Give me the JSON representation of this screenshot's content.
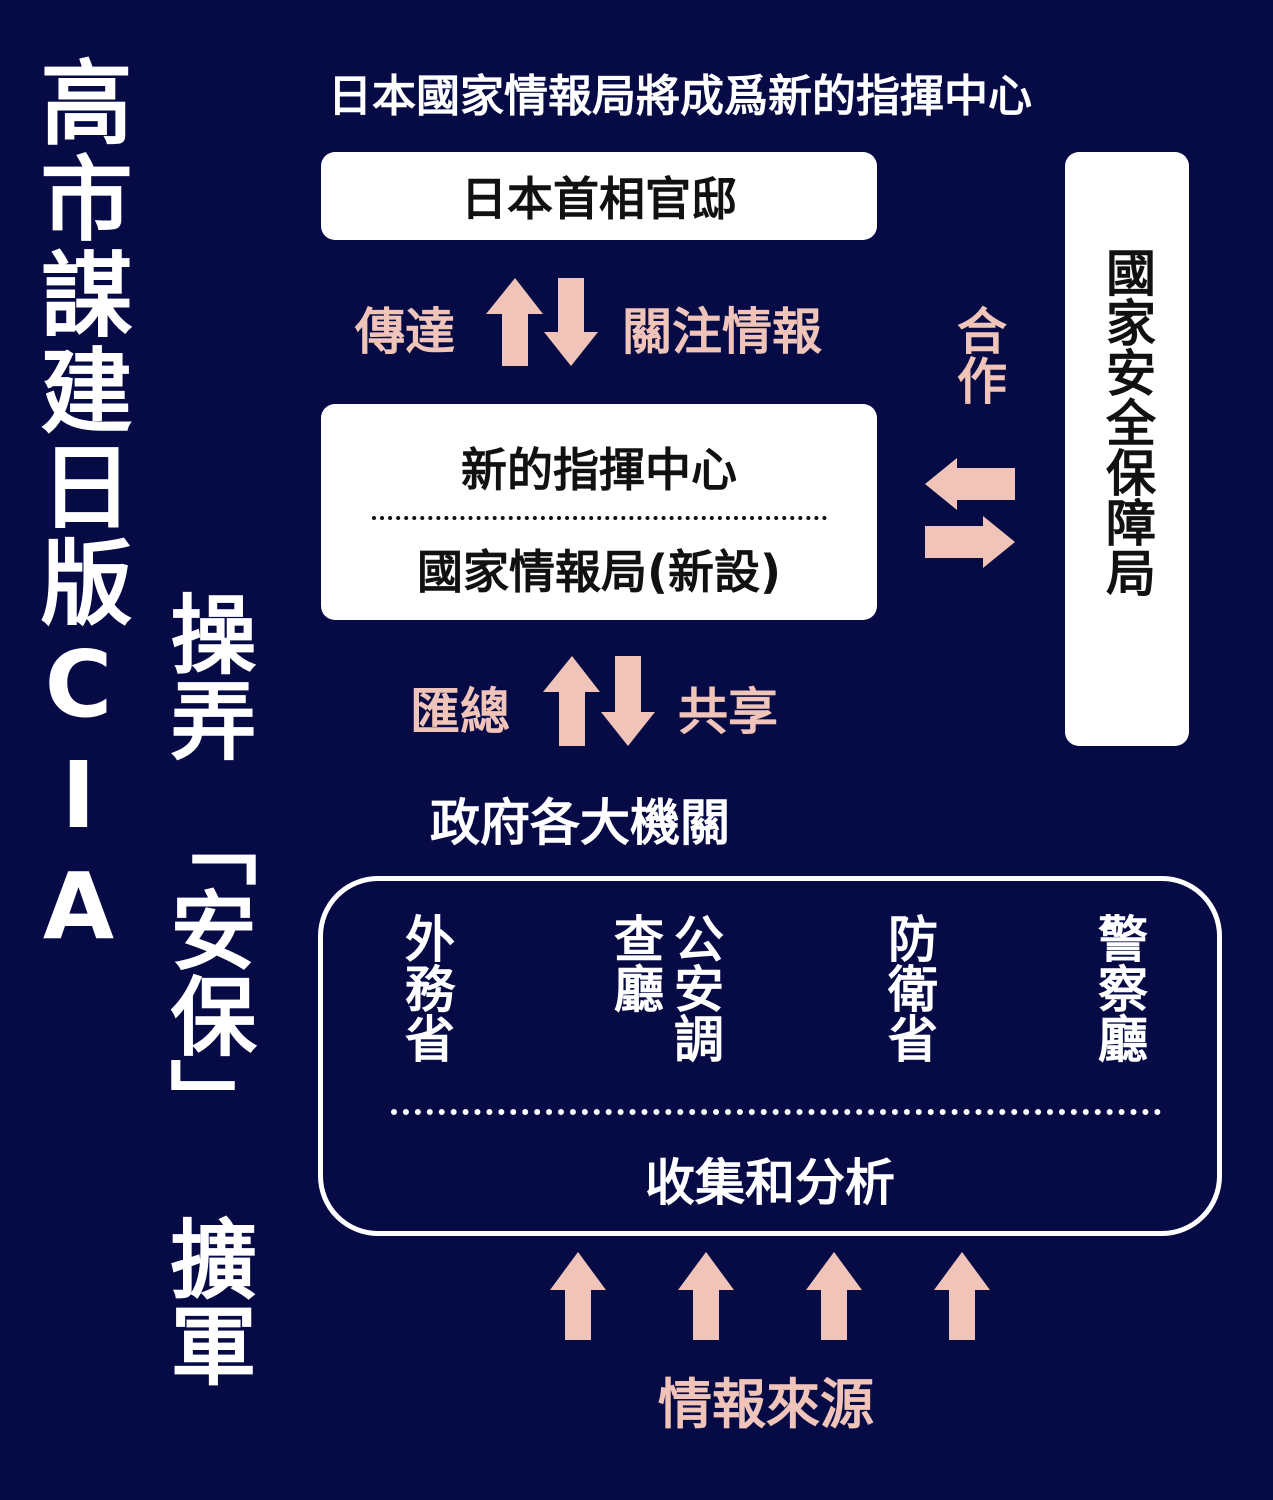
{
  "title_main": "高市謀建日版CIA",
  "title_sub1": "操弄",
  "title_sub2": "「安保」",
  "title_sub3": "擴軍",
  "header": "日本國家情報局將成爲新的指揮中心",
  "pm_office": "日本首相官邸",
  "label_convey": "傳達",
  "label_focus": "關注情報",
  "label_cooperate": "合作",
  "center_top": "新的指揮中心",
  "center_bottom": "國家情報局(新設)",
  "nss": "國家安全保障局",
  "label_summarize": "匯總",
  "label_share": "共享",
  "agencies_title": "政府各大機關",
  "agencies": [
    "外務省",
    "公安調查廳",
    "防衛省",
    "警察廳"
  ],
  "collect": "收集和分析",
  "sources": "情報來源",
  "colors": {
    "background": "#060b46",
    "accent": "#f0c4b8"
  }
}
